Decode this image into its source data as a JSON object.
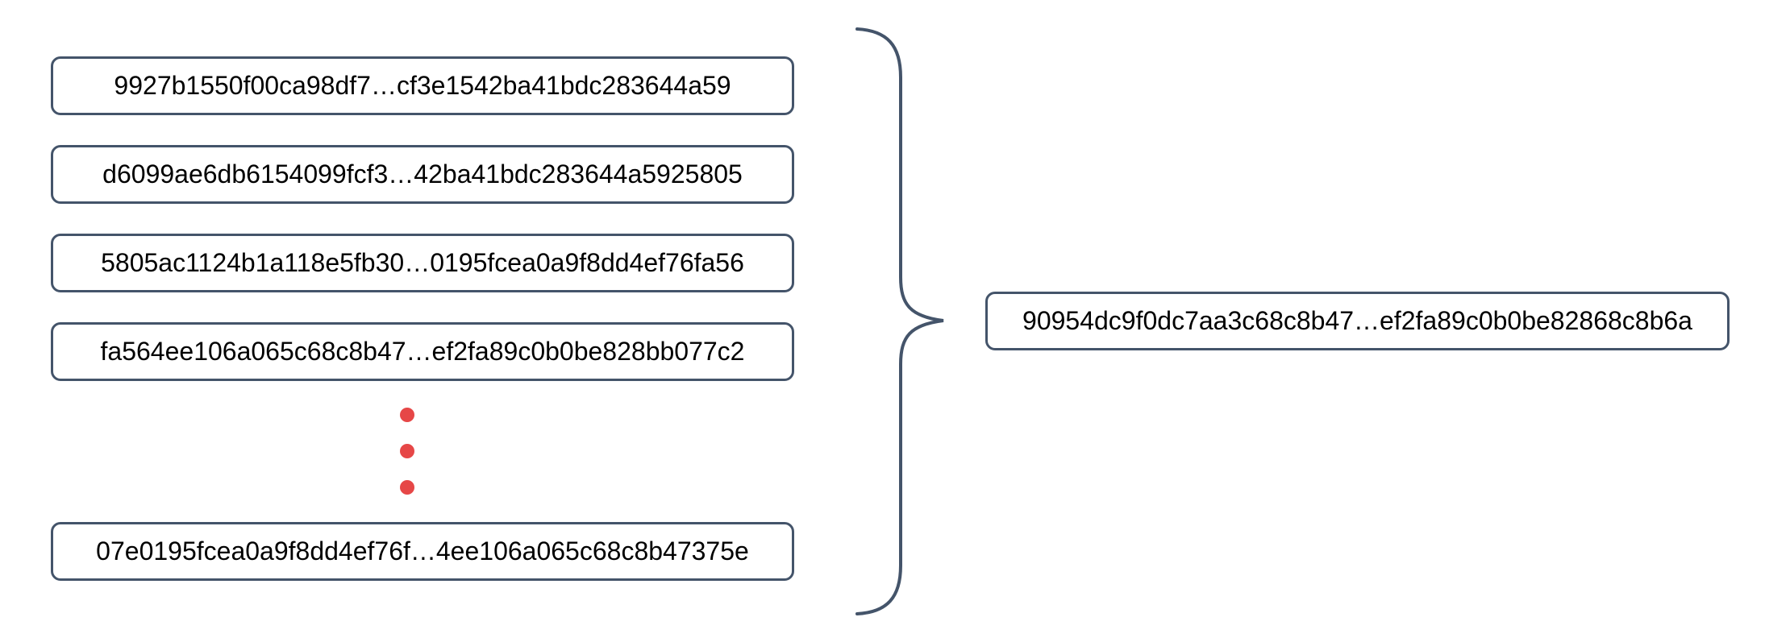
{
  "colors": {
    "box_border": "#44546a",
    "brace_stroke": "#44546a",
    "ellipsis_dot": "#e64747",
    "text": "#000000",
    "background": "#ffffff"
  },
  "hash_list": {
    "items": [
      "9927b1550f00ca98df7…cf3e1542ba41bdc283644a59",
      "d6099ae6db6154099fcf3…42ba41bdc283644a5925805",
      "5805ac1124b1a118e5fb30…0195fcea0a9f8dd4ef76fa56",
      "fa564ee106a065c68c8b47…ef2fa89c0b0be828bb077c2",
      "07e0195fcea0a9f8dd4ef76f…4ee106a065c68c8b47375e"
    ]
  },
  "result": {
    "label": "90954dc9f0dc7aa3c68c8b47…ef2fa89c0b0be82868c8b6a"
  },
  "icons": {
    "ellipsis": "vertical-ellipsis-icon",
    "brace": "curly-brace-right"
  }
}
